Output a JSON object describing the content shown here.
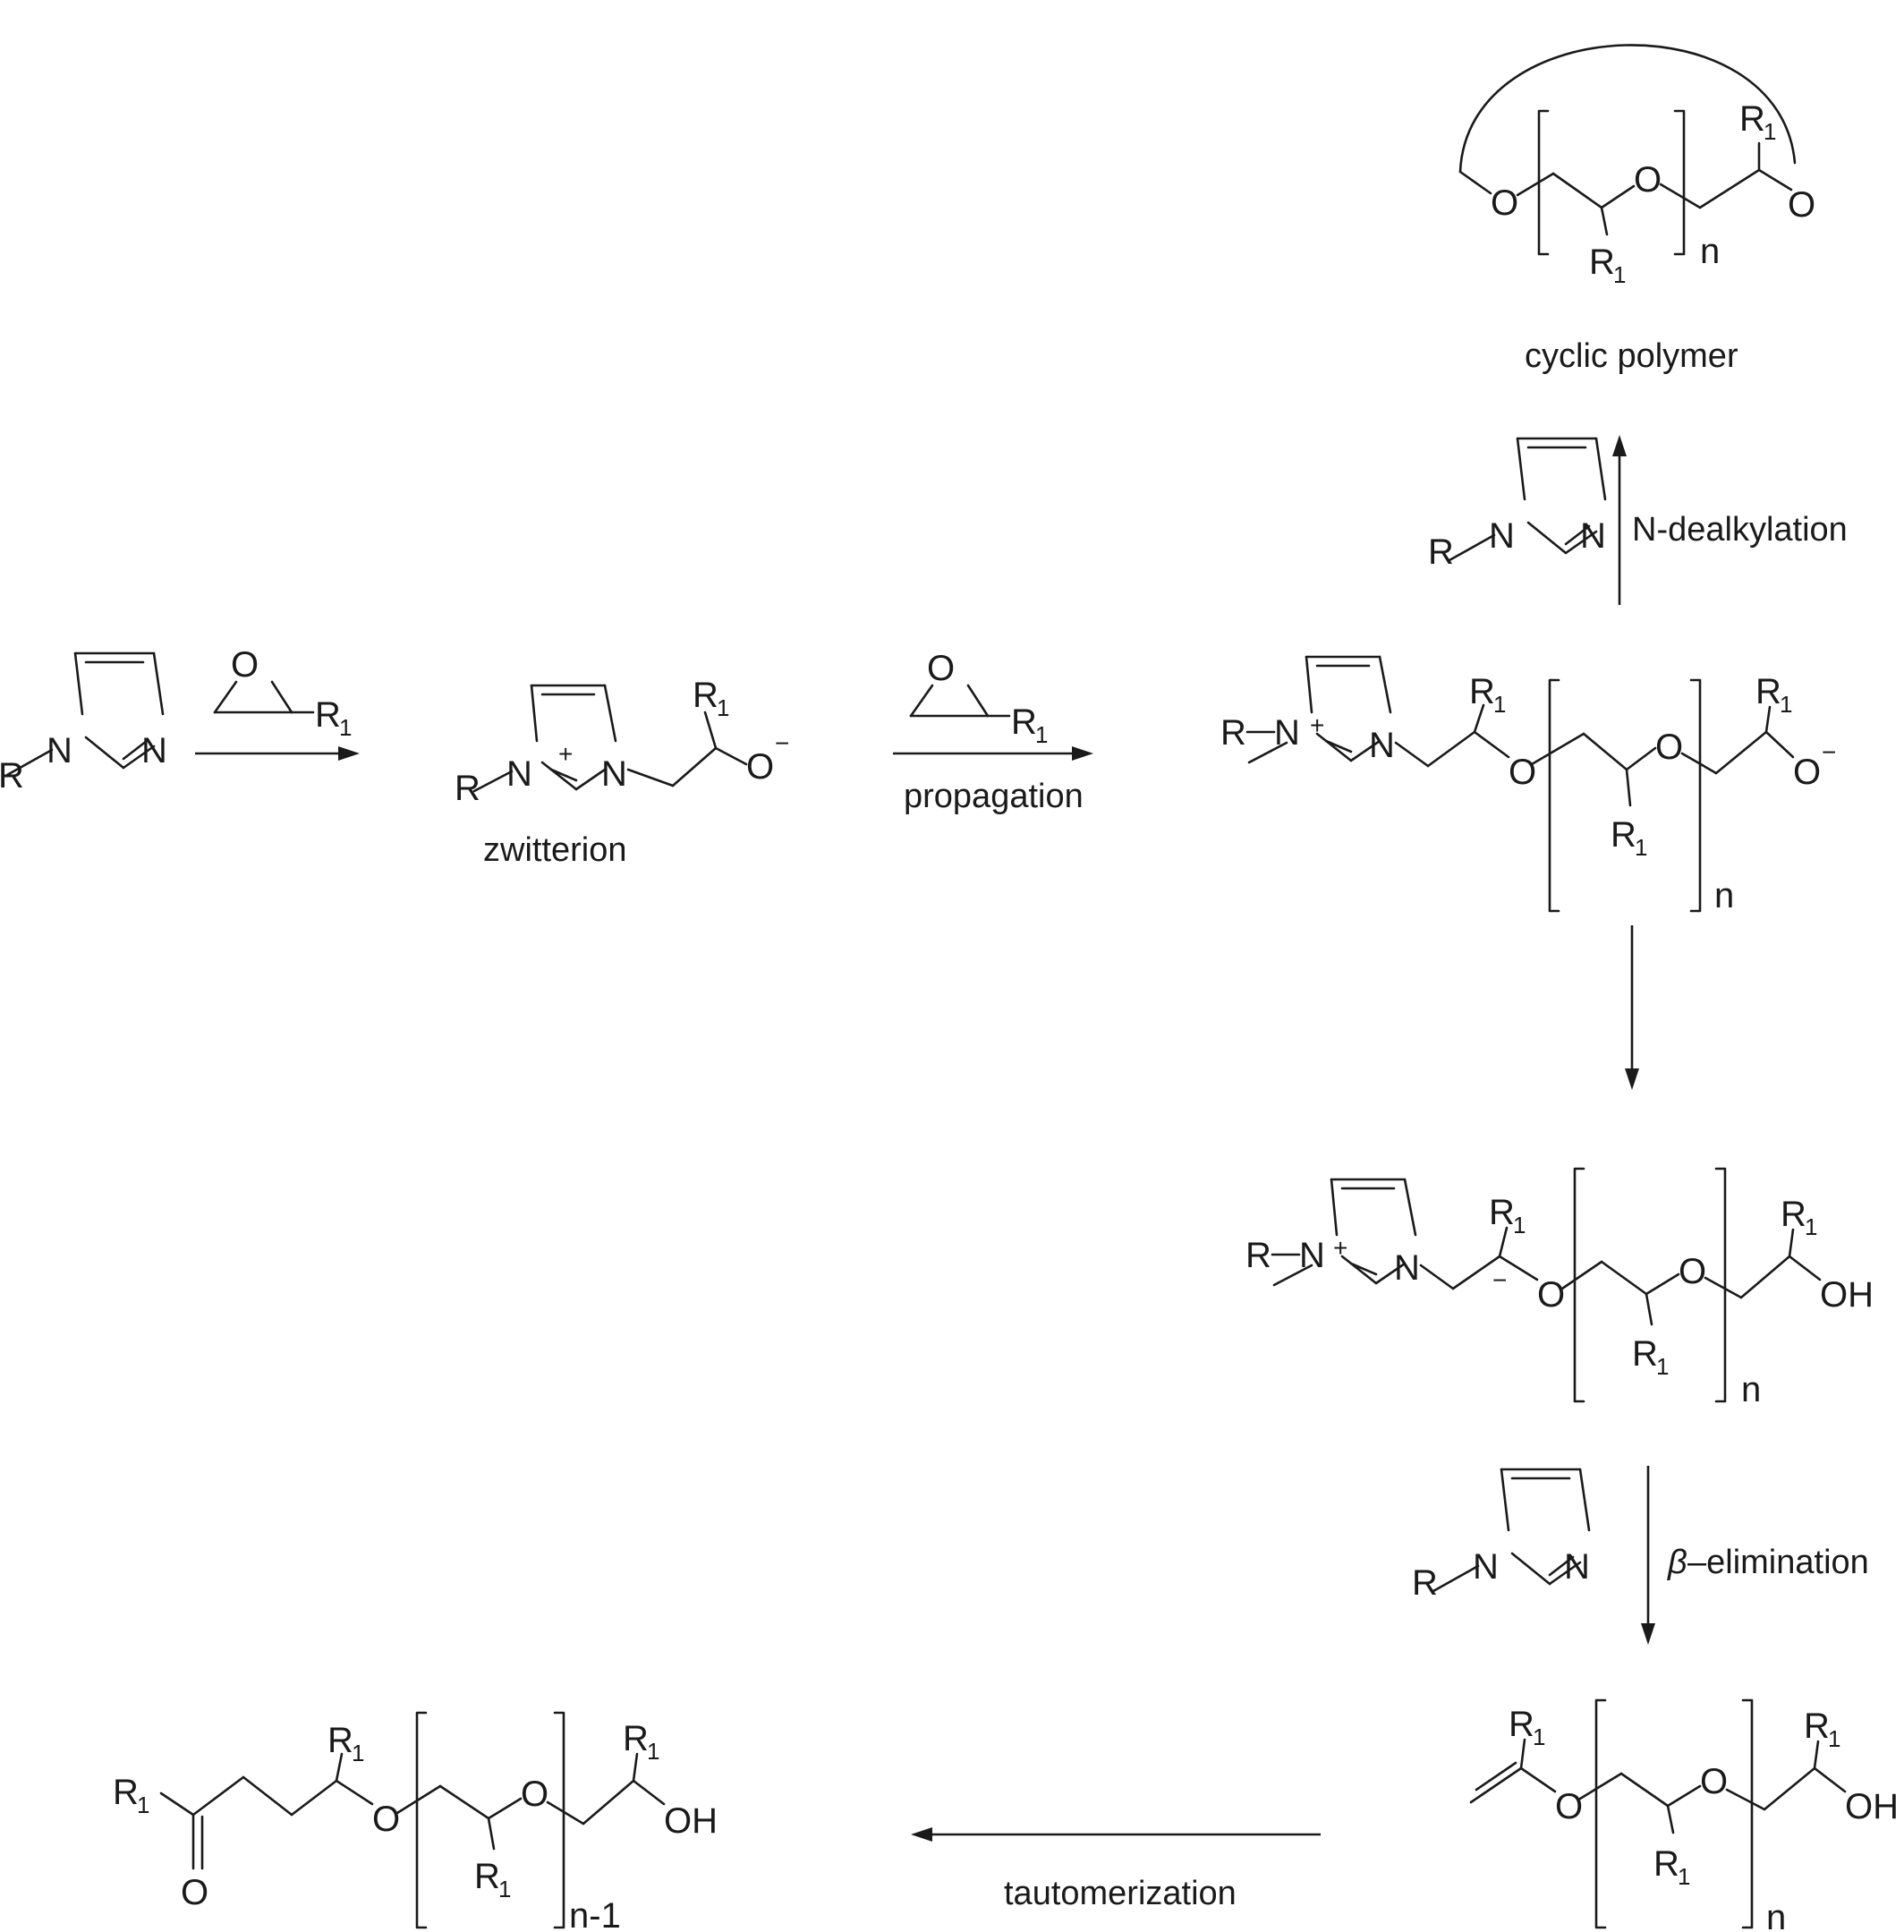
{
  "labels": {
    "zwitterion": "zwitterion",
    "propagation": "propagation",
    "n_dealkylation": "N-dealkylation",
    "cyclic_polymer": "cyclic polymer",
    "beta_symbol": "β",
    "beta_elimination": "–elimination",
    "tautomerization": "tautomerization"
  },
  "atoms": {
    "R": "R",
    "R1": "R",
    "sub1": "1",
    "N": "N",
    "O": "O",
    "OH": "OH",
    "plus": "+",
    "minus": "−"
  },
  "repeat": {
    "n": "n",
    "n_minus_1": "n-1"
  }
}
